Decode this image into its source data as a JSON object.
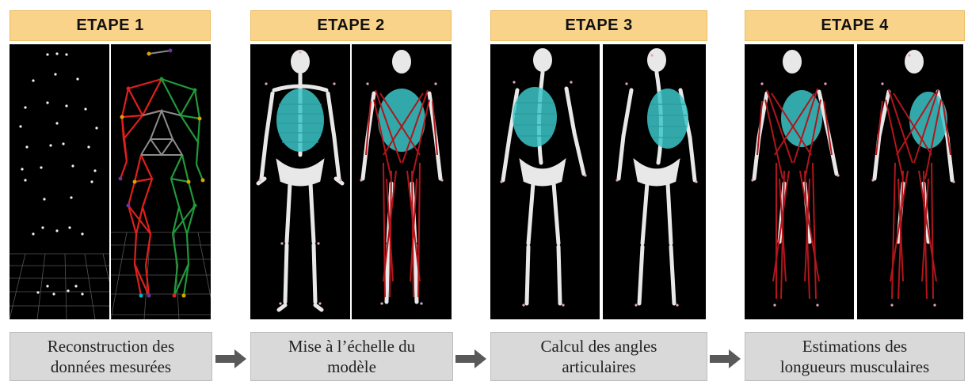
{
  "steps": [
    {
      "title": "ETAPE 1",
      "caption_line1": "Reconstruction des",
      "caption_line2": "données mesurées"
    },
    {
      "title": "ETAPE 2",
      "caption_line1": "Mise à l’échelle du",
      "caption_line2": "modèle"
    },
    {
      "title": "ETAPE 3",
      "caption_line1": "Calcul des angles",
      "caption_line2": "articulaires"
    },
    {
      "title": "ETAPE 4",
      "caption_line1": "Estimations des",
      "caption_line2": "longueurs musculaires"
    }
  ],
  "colors": {
    "header_bg": "#f9d38a",
    "caption_bg": "#d9d9d9",
    "arrow": "#595959",
    "panel_bg": "#000000",
    "bone": "#e8e8e8",
    "ribcage": "#3cc6c8",
    "muscle": "#b0161b",
    "marker_left": "#e0201c",
    "marker_right": "#1f9a3a",
    "marker_point": "#e6a0d0"
  }
}
